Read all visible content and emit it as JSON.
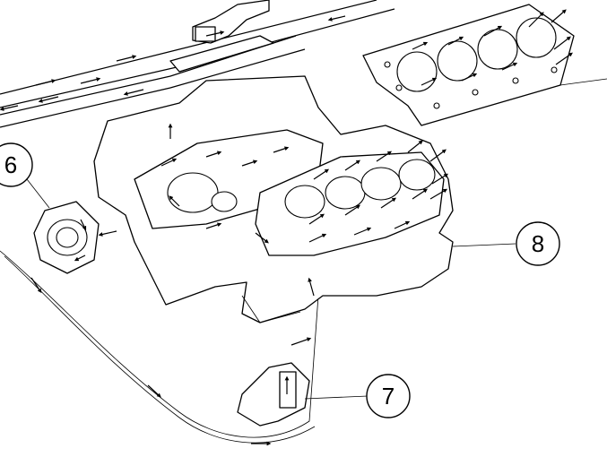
{
  "callouts": [
    {
      "id": "6",
      "label": "6"
    },
    {
      "id": "7",
      "label": "7"
    },
    {
      "id": "8",
      "label": "8"
    }
  ]
}
